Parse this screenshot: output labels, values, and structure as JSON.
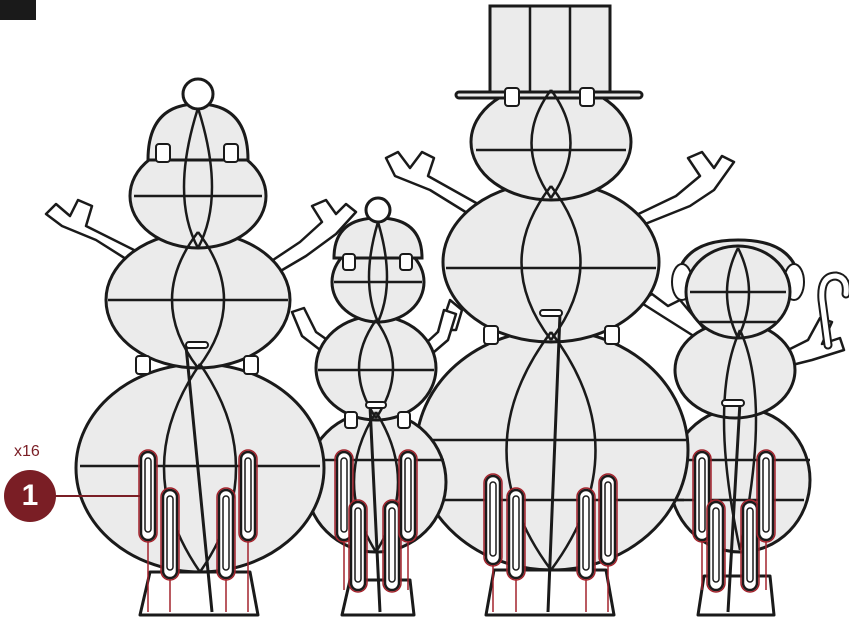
{
  "callout": {
    "quantity": "x16",
    "number": "1"
  },
  "colors": {
    "accent": "#7a1e25",
    "highlight": "#a3232c",
    "outline": "#1a1a1a",
    "fill": "#ebebeb"
  },
  "figures": [
    {
      "name": "snowman-with-beanie",
      "icon": "pompom-hat"
    },
    {
      "name": "small-snowman-with-beanie",
      "icon": "pompom-hat"
    },
    {
      "name": "snowman-with-top-hat",
      "icon": "top-hat"
    },
    {
      "name": "snowman-with-earmuffs-and-candy-cane",
      "icon": "candy-cane"
    }
  ]
}
